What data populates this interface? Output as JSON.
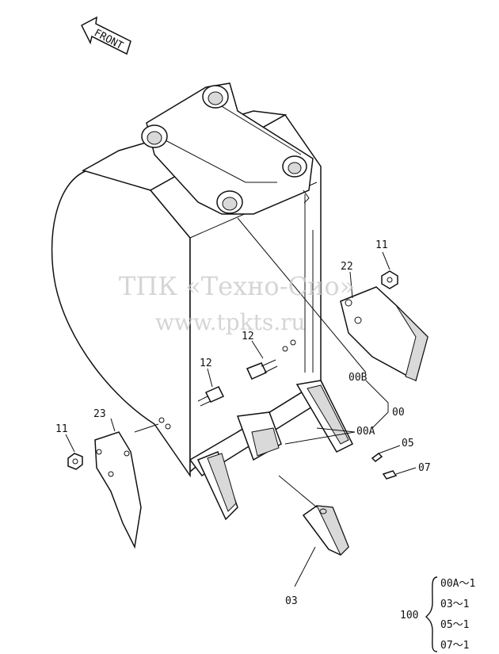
{
  "diagram": {
    "front_arrow_label": "FRONT",
    "watermark": {
      "line1": "ТПК «Техно-Сио»",
      "line2": "www.tpkts.ru"
    },
    "callouts": {
      "c11_right": "11",
      "c22": "22",
      "c12_upper": "12",
      "c12_lower": "12",
      "c00B": "00B",
      "c00": "00",
      "c00A": "00A",
      "c23": "23",
      "c11_left": "11",
      "c05": "05",
      "c07": "07",
      "c03": "03"
    },
    "kit": {
      "number": "100",
      "items": [
        "00A～1",
        "03～1",
        "05～1",
        "07～1"
      ]
    }
  }
}
